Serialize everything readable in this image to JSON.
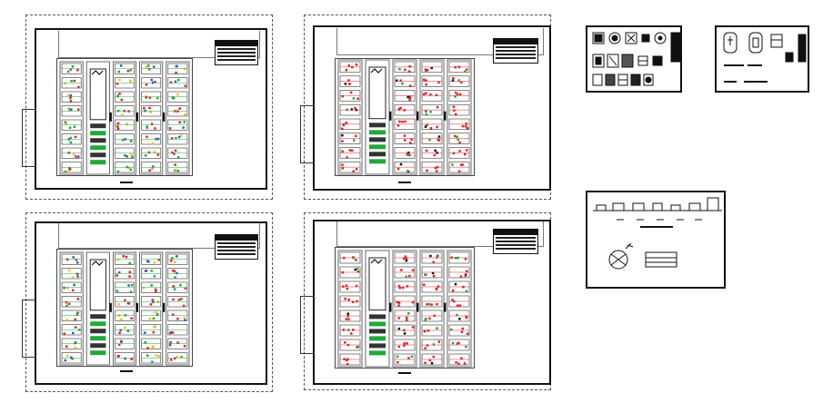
{
  "palette": {
    "line": "#111111",
    "accent_red": "#e0262a",
    "accent_green": "#22a83a",
    "accent_yellow": "#e7c21a",
    "accent_blue": "#2c5bd8",
    "paper": "#ffffff"
  },
  "sheets": [
    {
      "name": "plan-sheet-1",
      "scheme": "mixed"
    },
    {
      "name": "plan-sheet-2",
      "scheme": "red"
    },
    {
      "name": "plan-sheet-3",
      "scheme": "mixed"
    },
    {
      "name": "plan-sheet-4",
      "scheme": "red"
    }
  ],
  "detail_sheets": [
    {
      "name": "symbols-legend-sheet"
    },
    {
      "name": "device-detail-sheet"
    },
    {
      "name": "elevation-detail-sheet"
    }
  ]
}
